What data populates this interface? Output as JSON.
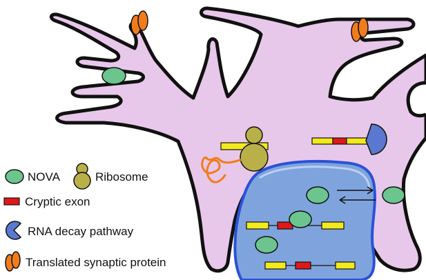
{
  "legend": {
    "nova": "NOVA",
    "ribosome": "Ribosome",
    "cryptic_exon": "Cryptic exon",
    "rna_decay": "RNA decay pathway",
    "synaptic_protein": "Translated synaptic protein"
  },
  "colors": {
    "cell_fill": "#e8c8ea",
    "cell_outline": "#111111",
    "nucleus_fill": "#7fa3dc",
    "nucleus_outline": "#2a52d6",
    "nova": "#6cc48e",
    "ribosome": "#b9b04a",
    "exon": "#f2ea1c",
    "cryptic_exon": "#e01818",
    "decay_pathway": "#5a78cf",
    "synaptic_protein": "#f07c1e",
    "peptide": "#f07c1e"
  },
  "icons": [
    "nova-oval",
    "ribosome-shape",
    "cryptic-exon-rect",
    "pacman-decay-shape",
    "orange-protein-pair"
  ]
}
